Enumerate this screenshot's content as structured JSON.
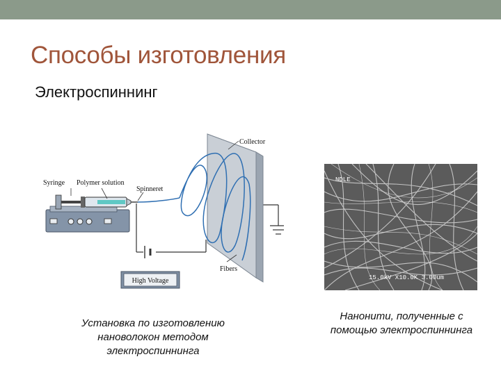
{
  "slide": {
    "title": "Способы изготовления",
    "subtitle": "Электроспиннинг"
  },
  "diagram": {
    "labels": {
      "collector": "Collector",
      "syringe": "Syringe",
      "polymer_solution": "Polymer solution",
      "spinneret": "Spinneret",
      "fibers": "Fibers",
      "high_voltage": "High Voltage"
    },
    "caption": "Установка по изготовлению нановолокон методом электроспиннинга"
  },
  "sem_image": {
    "top_text": "NDLE",
    "bottom_text": "15.0kV  X10.0K  3.00um",
    "caption": "Нанонити, полученные с помощью электроспиннинга"
  },
  "colors": {
    "title": "#a0553a",
    "top_bar": "#8b9a8a",
    "fiber": "#2f6fb2",
    "device": "#7f8fa3",
    "sem_background": "#5b5b5b"
  }
}
